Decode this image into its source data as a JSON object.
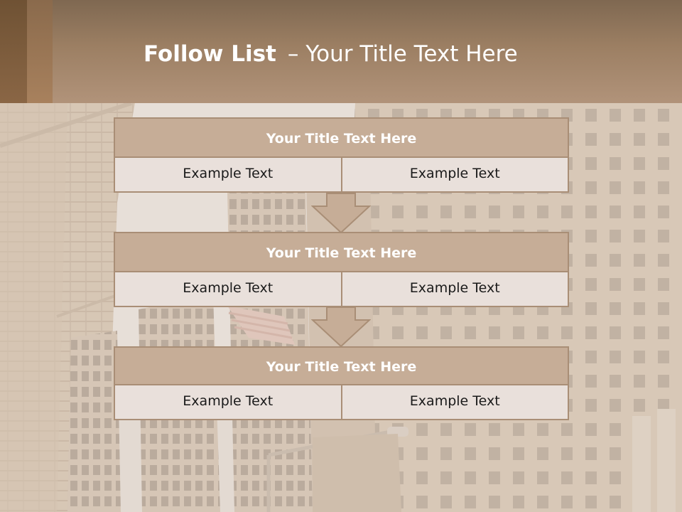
{
  "slide": {
    "title_bold": "Follow List",
    "title_dash": "–",
    "title_rest": "Your Title Text Here"
  },
  "blocks": [
    {
      "title": "Your Title Text Here",
      "cells": [
        "Example Text",
        "Example Text"
      ]
    },
    {
      "title": "Your Title Text Here",
      "cells": [
        "Example Text",
        "Example Text"
      ]
    },
    {
      "title": "Your Title Text Here",
      "cells": [
        "Example Text",
        "Example Text"
      ]
    }
  ],
  "colors": {
    "header": "#9c7f63",
    "block_title_fill": "#c6ad97",
    "block_row_fill": "#e9e0db",
    "border": "#a98e76",
    "arrow_fill": "#c6ad97"
  },
  "background": "washed-out photo of tall city buildings looking upward with a hanging flag"
}
